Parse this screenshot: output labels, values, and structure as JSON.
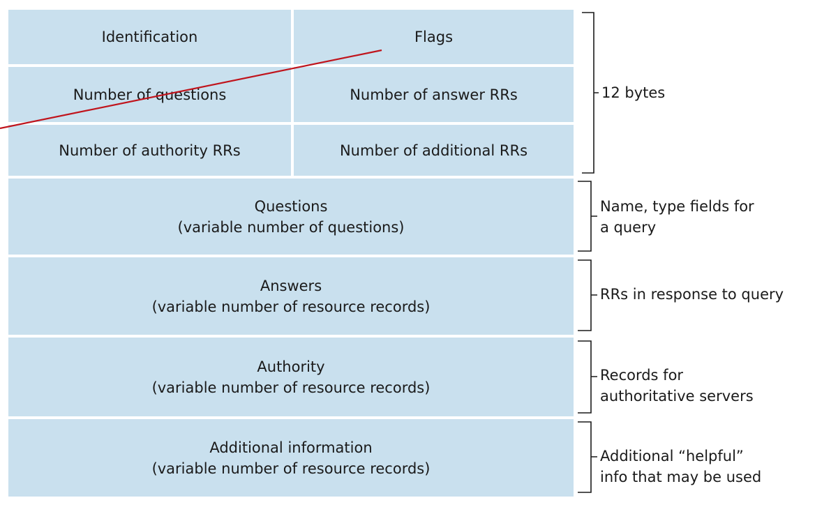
{
  "header": {
    "identification": "Identification",
    "flags": "Flags",
    "num_questions": "Number of questions",
    "num_answer_rrs": "Number of answer RRs",
    "num_authority_rrs": "Number of authority RRs",
    "num_additional_rrs": "Number of additional RRs"
  },
  "sections": {
    "questions": {
      "title": "Questions",
      "subtitle": "(variable number of questions)"
    },
    "answers": {
      "title": "Answers",
      "subtitle": "(variable number of resource records)"
    },
    "authority": {
      "title": "Authority",
      "subtitle": "(variable number of resource records)"
    },
    "additional": {
      "title": "Additional information",
      "subtitle": "(variable number of resource records)"
    }
  },
  "annotations": {
    "header_size": "12 bytes",
    "questions_line1": "Name, type fields for",
    "questions_line2": "a query",
    "answers": "RRs in response to query",
    "authority_line1": "Records for",
    "authority_line2": "authoritative servers",
    "additional_line1": "Additional “helpful”",
    "additional_line2": "info that may be used"
  },
  "colors": {
    "cell_fill": "#c9e0ee",
    "bracket": "#1a1a1a",
    "stray_line": "#c0141c"
  }
}
